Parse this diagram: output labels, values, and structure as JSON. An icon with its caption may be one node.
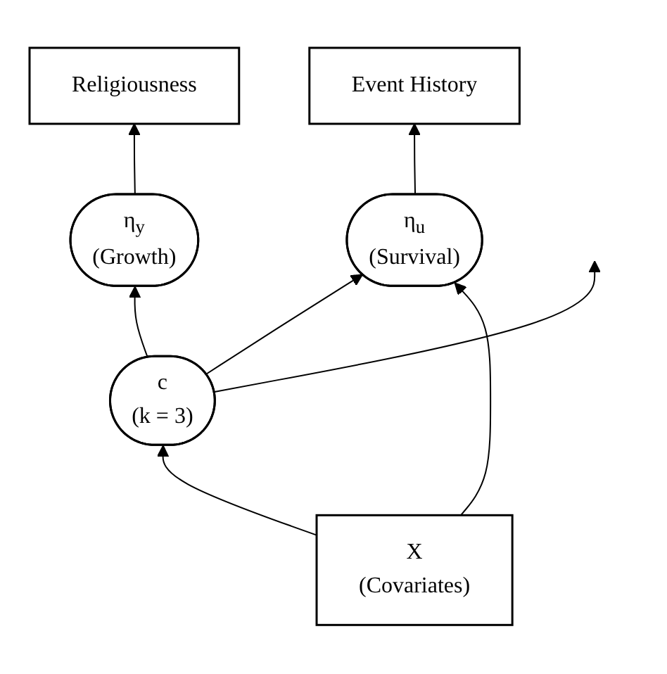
{
  "diagram": {
    "nodes": [
      {
        "text": [
          "Religiousness"
        ]
      },
      {
        "text": [
          "Event History"
        ]
      },
      {
        "text": [
          "η$_{y}$",
          "(Growth)"
        ]
      },
      {
        "text": [
          "η$_{u}$",
          "(Survival)"
        ]
      },
      {
        "text": [
          "c",
          "(k = 3)"
        ]
      },
      {
        "text": [
          "X",
          "(Covariates)"
        ]
      }
    ],
    "edges": [
      {
        "from": 2,
        "to": 0,
        "arrow": "to"
      },
      {
        "from": 3,
        "to": 1,
        "arrow": "to"
      },
      {
        "from": 4,
        "to": 2,
        "arrow": "to"
      },
      {
        "from": 4,
        "to": 3,
        "arrow": "to"
      },
      {
        "from": 4,
        "to": null,
        "arrow": "to"
      },
      {
        "from": 5,
        "to": 4,
        "arrow": "to"
      },
      {
        "from": 5,
        "to": 3,
        "arrow": "to"
      }
    ]
  }
}
